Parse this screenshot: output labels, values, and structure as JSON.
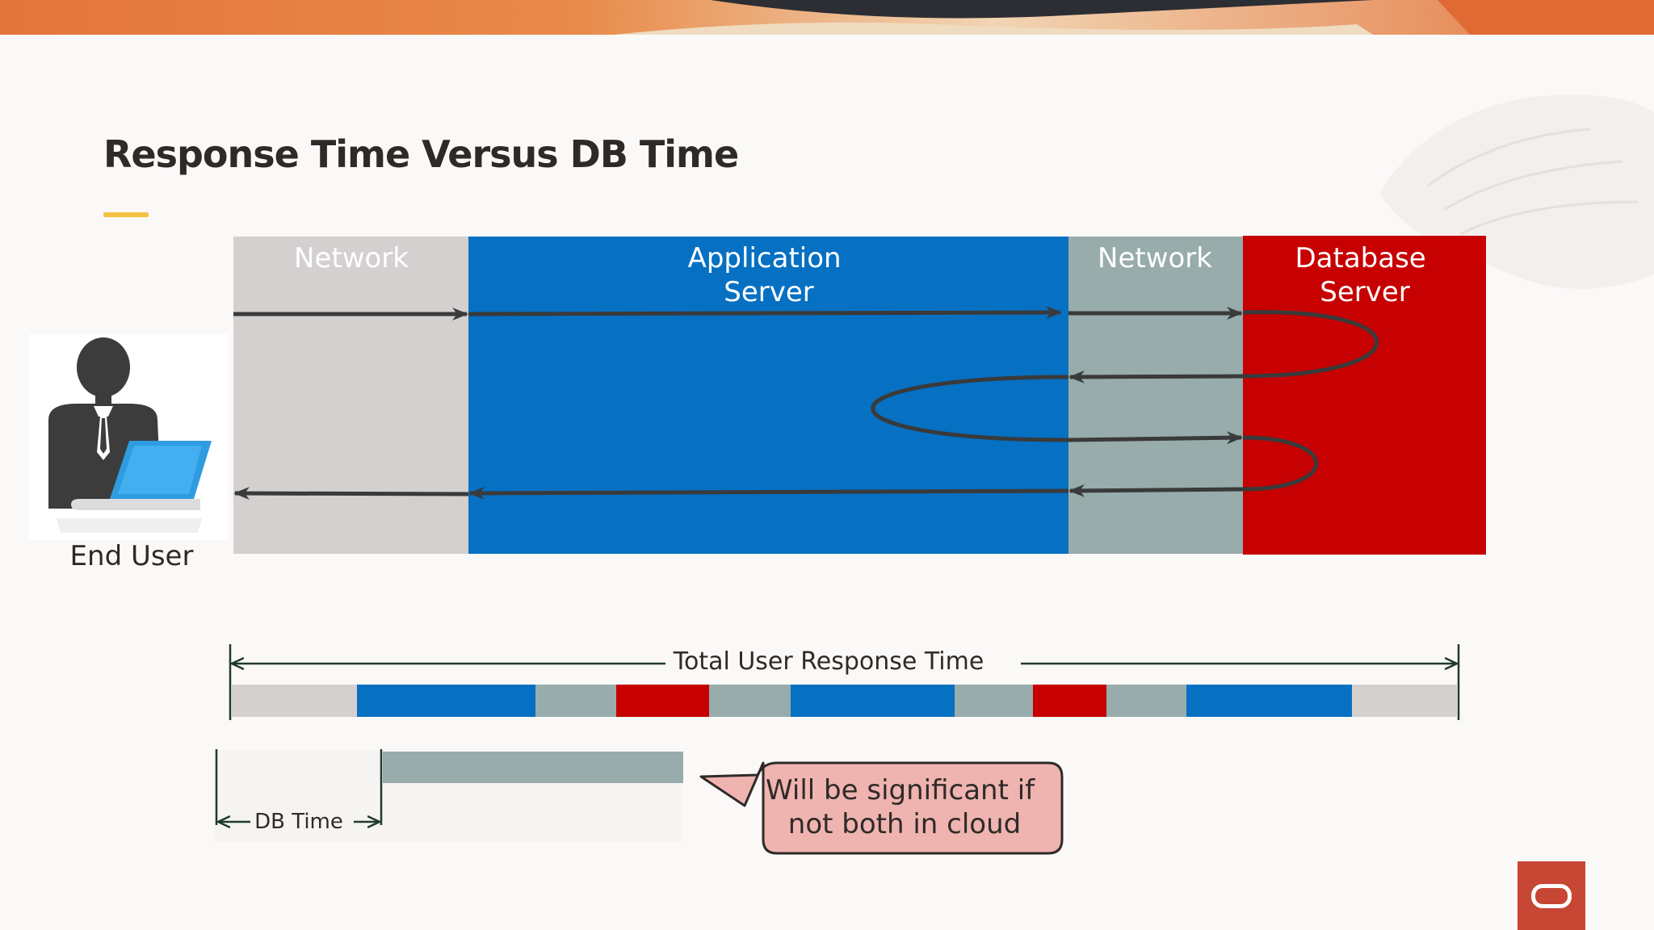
{
  "slide": {
    "title": "Response Time Versus DB Time"
  },
  "tiers": [
    {
      "id": "network-left",
      "label_lines": [
        "Network"
      ],
      "color": "#d3d0cf",
      "label_color": "#ffffff"
    },
    {
      "id": "app-server",
      "label_lines": [
        "Application",
        "Server"
      ],
      "color": "#0670c3",
      "label_color": "#ffffff"
    },
    {
      "id": "network-right",
      "label_lines": [
        "Network"
      ],
      "color": "#97acab",
      "label_color": "#ffffff"
    },
    {
      "id": "db-server",
      "label_lines": [
        "Database",
        "Server"
      ],
      "color": "#c70001",
      "label_color": "#ffffff"
    }
  ],
  "end_user": {
    "label": "End User",
    "icon": "person-at-laptop-icon"
  },
  "timeline": {
    "label": "Total User Response Time",
    "segments": [
      "network",
      "app",
      "network",
      "db",
      "network",
      "app",
      "network",
      "db",
      "network",
      "app",
      "network"
    ]
  },
  "db_time": {
    "label": "DB Time"
  },
  "callout": {
    "lines": [
      "Will be significant if",
      "not both in cloud"
    ],
    "fill": "#efb4b0",
    "stroke": "#2f2a28"
  },
  "colors": {
    "network": "#d3d0cf",
    "app": "#0670c3",
    "network_alt": "#97acab",
    "db": "#c70001",
    "arrow": "#3a3a3a",
    "accent": "#f5c242",
    "brand": "#c74634"
  },
  "brand": {
    "logo_icon": "oracle-logo-icon"
  }
}
